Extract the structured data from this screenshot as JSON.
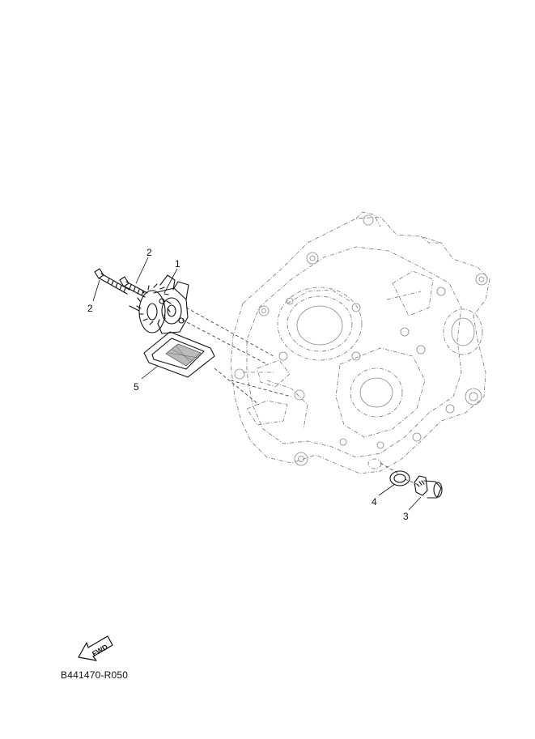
{
  "diagram": {
    "reference_code": "B441470-R050",
    "fwd_label": "FWD",
    "callouts": [
      {
        "id": "c1",
        "label": "1"
      },
      {
        "id": "c2a",
        "label": "2"
      },
      {
        "id": "c2b",
        "label": "2"
      },
      {
        "id": "c3",
        "label": "3"
      },
      {
        "id": "c4",
        "label": "4"
      },
      {
        "id": "c5",
        "label": "5"
      }
    ]
  }
}
